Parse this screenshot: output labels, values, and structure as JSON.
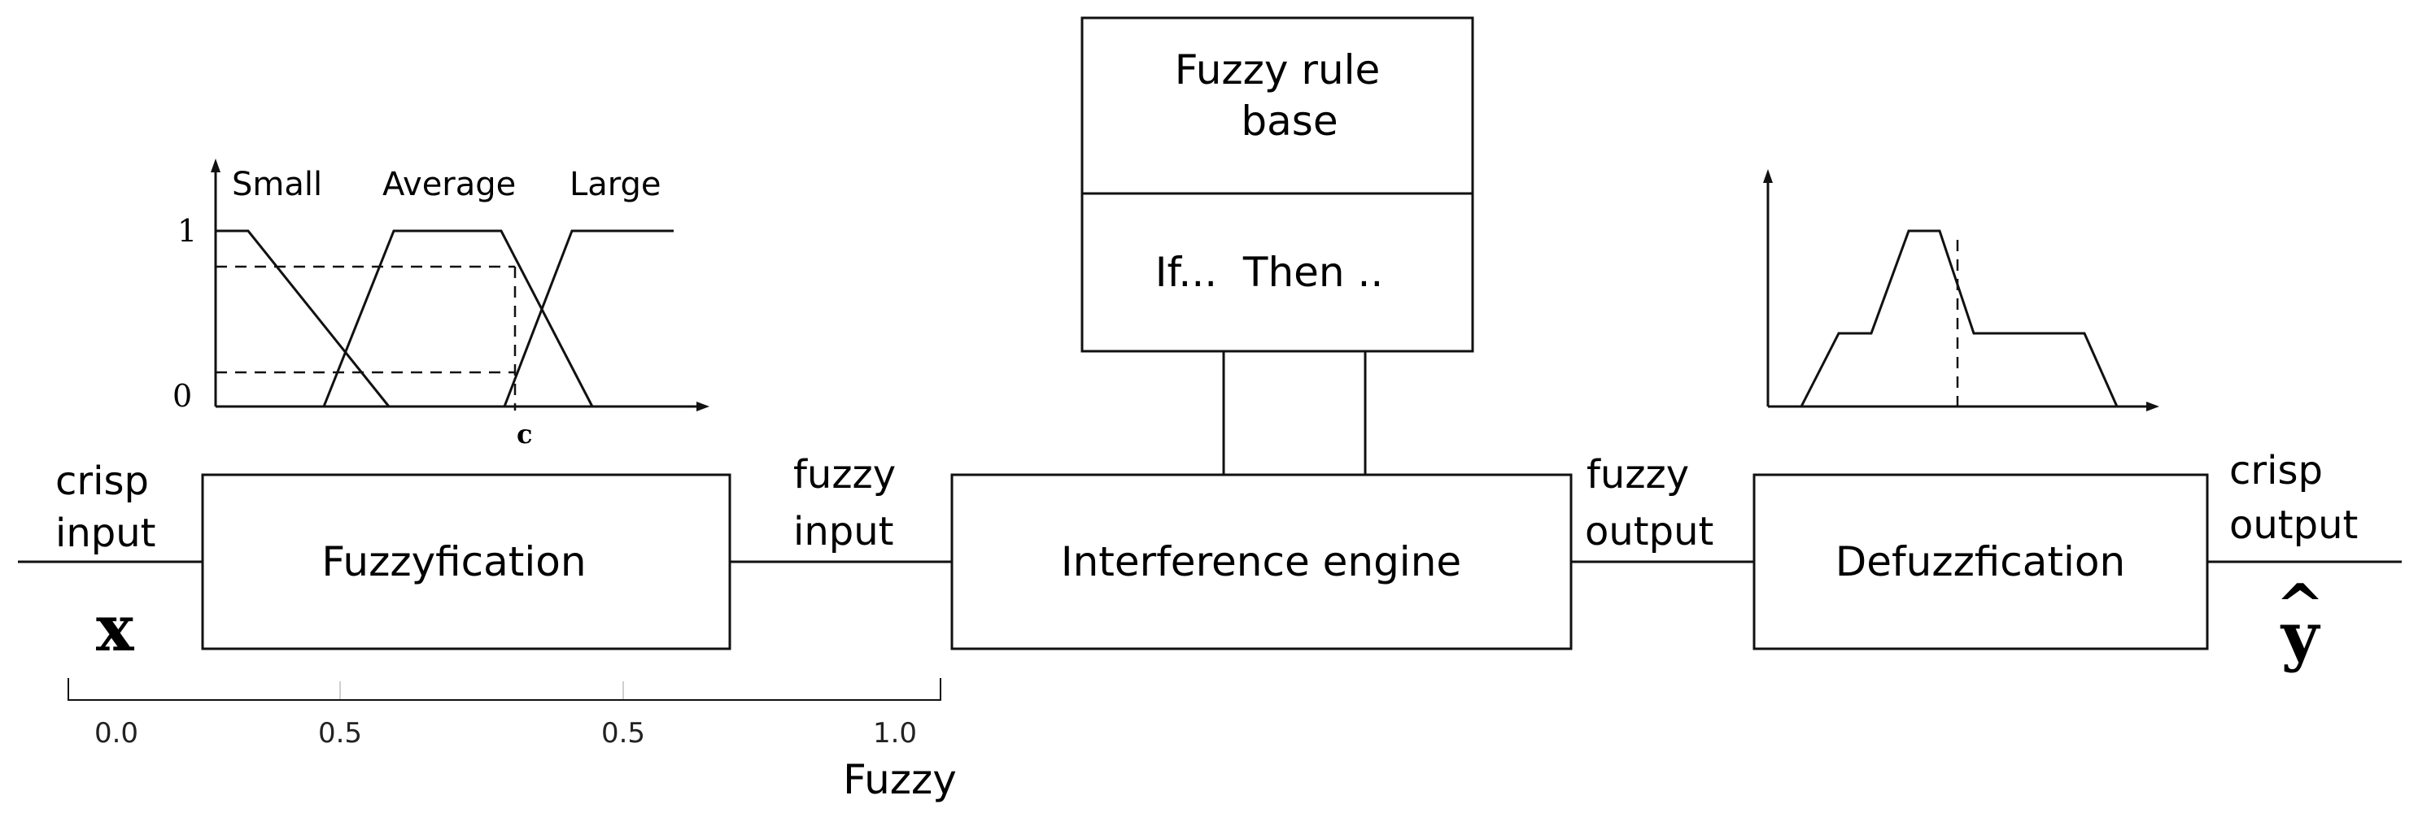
{
  "blocks": {
    "fuzzification": "Fuzzyfication",
    "inference": "Interference engine",
    "defuzzification": "Defuzzfication",
    "rule_base_title_line1": "Fuzzy rule",
    "rule_base_title_line2": "base",
    "rule_base_body": "If...  Then .."
  },
  "signals": {
    "crisp_input_line1": "crisp",
    "crisp_input_line2": "input",
    "fuzzy_input_line1": "fuzzy",
    "fuzzy_input_line2": "input",
    "fuzzy_output_line1": "fuzzy",
    "fuzzy_output_line2": "output",
    "crisp_output_line1": "crisp",
    "crisp_output_line2": "output",
    "x_symbol": "x",
    "y_hat_symbol": "y",
    "y_hat_accent": "^"
  },
  "membership_plot": {
    "sets": [
      "Small",
      "Average",
      "Large"
    ],
    "y_ticks": [
      "1",
      "0"
    ],
    "x_marker": "c"
  },
  "scale": {
    "ticks": [
      "0.0",
      "0.5",
      "0.5",
      "1.0"
    ],
    "label": "Fuzzy"
  },
  "colors": {
    "line": "#111111",
    "background": "#ffffff"
  }
}
